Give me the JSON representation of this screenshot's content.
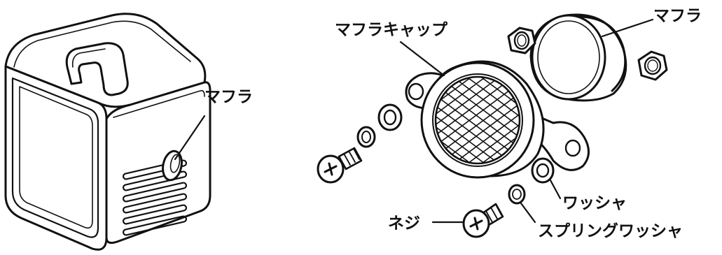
{
  "labels": {
    "muffler_body": "マフラ",
    "muffler_cap": "マフラキャップ",
    "muffler_part": "マフラ",
    "washer": "ワッシャ",
    "screw": "ネジ",
    "spring_washer": "スプリングワッシャ"
  },
  "colors": {
    "line": "#111111",
    "background": "#ffffff"
  }
}
